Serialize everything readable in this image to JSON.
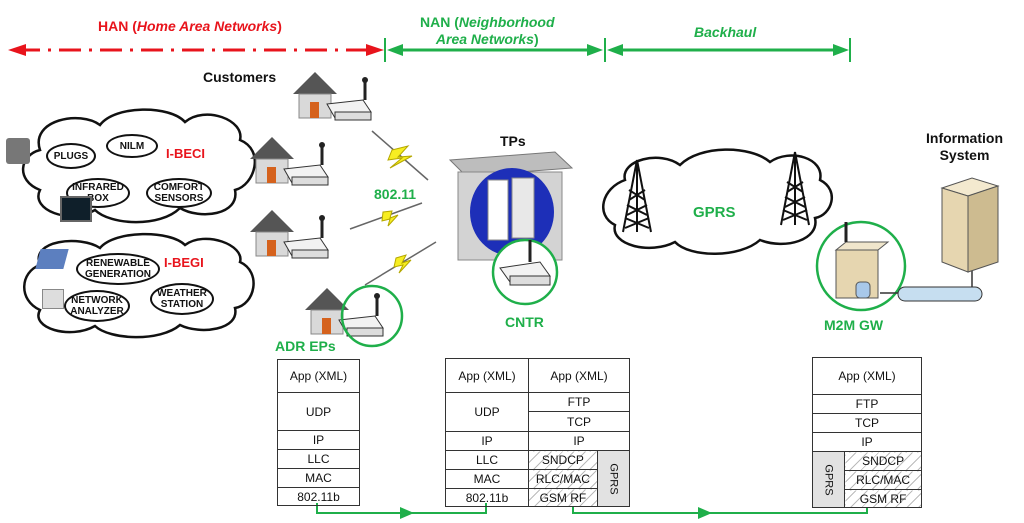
{
  "ranges": {
    "han": {
      "prefix": "HAN (",
      "italic": "Home Area Networks",
      "suffix": ")"
    },
    "nan": {
      "prefix": "NAN (",
      "italic_line1": "Neighborhood",
      "italic_line2": "Area Networks",
      "suffix": ")"
    },
    "backhaul": {
      "italic": "Backhaul"
    }
  },
  "labels": {
    "customers": "Customers",
    "link_80211": "802.11",
    "adr_eps": "ADR EPs",
    "tps": "TPs",
    "cntr": "CNTR",
    "gprs_cloud": "GPRS",
    "m2m_gw": "M2M GW",
    "info_system_line1": "Information",
    "info_system_line2": "System"
  },
  "ibeci": {
    "title": "I-BECI",
    "items": [
      "PLUGS",
      "NILM",
      "INFRARED BOX",
      "COMFORT SENSORS"
    ]
  },
  "ibegi": {
    "title": "I-BEGI",
    "items": [
      "RENEWABLE GENERATION",
      "NETWORK ANALYZER",
      "WEATHER STATION"
    ]
  },
  "stacks": {
    "adr_ep": [
      "App (XML)",
      "UDP",
      "IP",
      "LLC",
      "MAC",
      "802.11b"
    ],
    "cntr_left": [
      "App (XML)",
      "UDP",
      "IP",
      "LLC",
      "MAC",
      "802.11b"
    ],
    "cntr_right": [
      "App (XML)",
      "FTP",
      "TCP",
      "IP",
      "SNDCP",
      "RLC/MAC",
      "GSM RF"
    ],
    "cntr_gprs_tag": "GPRS",
    "m2m": [
      "App (XML)",
      "FTP",
      "TCP",
      "IP",
      "SNDCP",
      "RLC/MAC",
      "GSM RF"
    ],
    "m2m_gprs_tag": "GPRS"
  },
  "colors": {
    "han": "#e8141c",
    "nan": "#1faf4a",
    "backhaul": "#1faf4a"
  }
}
